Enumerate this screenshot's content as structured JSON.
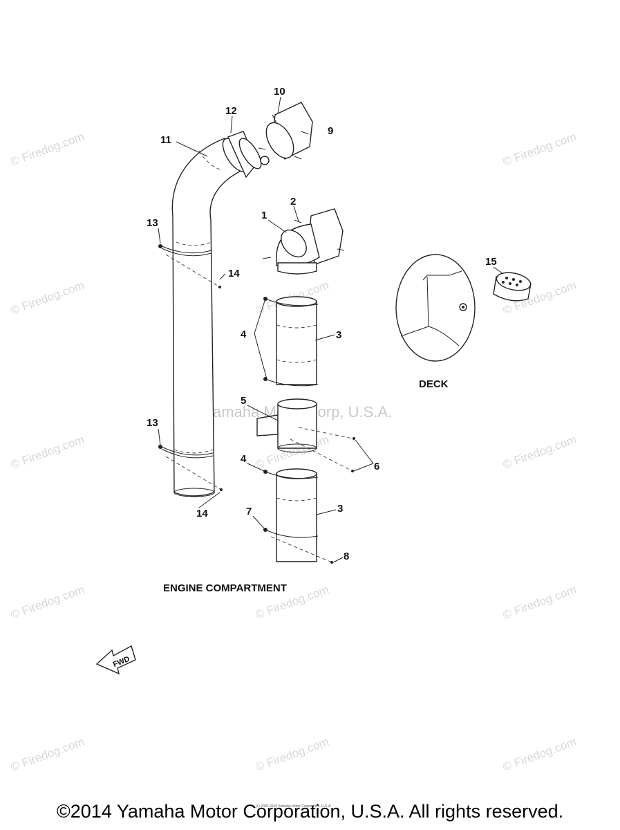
{
  "watermark": {
    "site": "© Firedog.com",
    "brand": "Yamaha Motor Corp, U.S.A.",
    "fine_print": "(c) 2005-2016 Yamaha Motor Corporation, U.S.A."
  },
  "callouts": {
    "c1": "1",
    "c2": "2",
    "c3a": "3",
    "c3b": "3",
    "c4a": "4",
    "c4b": "4",
    "c5": "5",
    "c6": "6",
    "c7": "7",
    "c8": "8",
    "c9": "9",
    "c10": "10",
    "c11": "11",
    "c12": "12",
    "c13a": "13",
    "c13b": "13",
    "c14a": "14",
    "c14b": "14",
    "c15": "15"
  },
  "labels": {
    "deck": "DECK",
    "engine_compartment": "ENGINE COMPARTMENT",
    "fwd": "FWD"
  },
  "footer": {
    "copyright": "©2014 Yamaha Motor Corporation, U.S.A. All rights reserved."
  }
}
